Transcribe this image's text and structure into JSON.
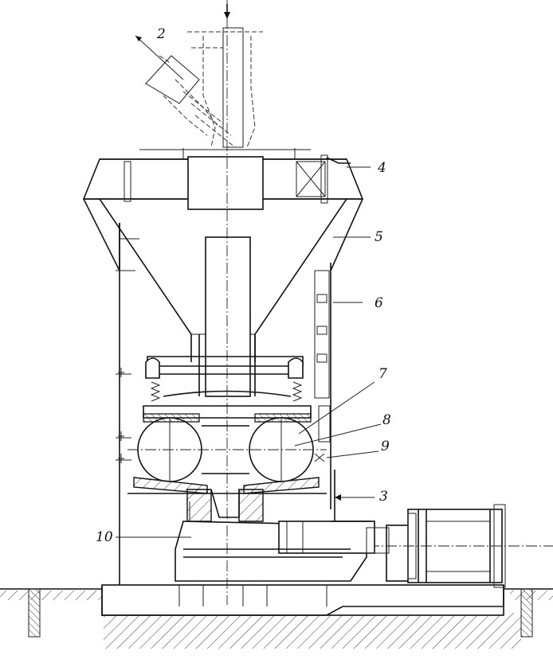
{
  "callouts": {
    "n2": "2",
    "n3": "3",
    "n4": "4",
    "n5": "5",
    "n6": "6",
    "n7": "7",
    "n8": "8",
    "n9": "9",
    "n10": "10"
  }
}
